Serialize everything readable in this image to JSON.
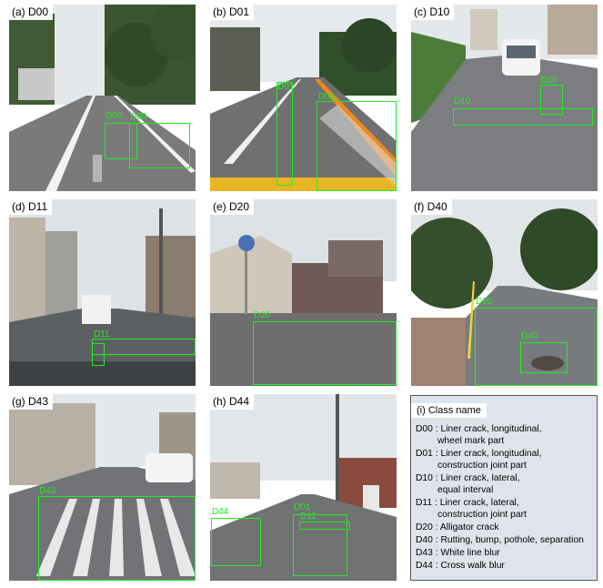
{
  "panels": [
    {
      "id": "a",
      "tag": "(a) D00",
      "boxes": [
        "D00",
        "D00"
      ]
    },
    {
      "id": "b",
      "tag": "(b) D01",
      "boxes": [
        "D01",
        "D01"
      ]
    },
    {
      "id": "c",
      "tag": "(c) D10",
      "boxes": [
        "D00",
        "D10"
      ]
    },
    {
      "id": "d",
      "tag": "(d) D11",
      "boxes": [
        "D11"
      ]
    },
    {
      "id": "e",
      "tag": "(e) D20",
      "boxes": [
        "D20"
      ]
    },
    {
      "id": "f",
      "tag": "(f) D40",
      "boxes": [
        "D20",
        "D40"
      ]
    },
    {
      "id": "g",
      "tag": "(g) D43",
      "boxes": [
        "D43"
      ]
    },
    {
      "id": "h",
      "tag": "(h) D44",
      "boxes": [
        "D44",
        "D01",
        "D11"
      ]
    }
  ],
  "legend": {
    "title": "(i) Class name",
    "items": [
      {
        "code": "D00",
        "line1": "Liner crack, longitudinal,",
        "line2": "wheel mark part"
      },
      {
        "code": "D01",
        "line1": "Liner crack, longitudinal,",
        "line2": "construction joint part"
      },
      {
        "code": "D10",
        "line1": "Liner crack, lateral,",
        "line2": "equal interval"
      },
      {
        "code": "D11",
        "line1": "Liner crack, lateral,",
        "line2": "construction joint part"
      },
      {
        "code": "D20",
        "line1": "Alligator crack",
        "line2": ""
      },
      {
        "code": "D40",
        "line1": "Rutting, bump, pothole, separation",
        "line2": ""
      },
      {
        "code": "D43",
        "line1": "White line blur",
        "line2": ""
      },
      {
        "code": "D44",
        "line1": "Cross walk blur",
        "line2": ""
      }
    ]
  },
  "colors": {
    "bbox": "#22ee22",
    "road": "#6b6b6b",
    "sky": "#dde3e8",
    "legend_bg": "#dfe4ec"
  }
}
